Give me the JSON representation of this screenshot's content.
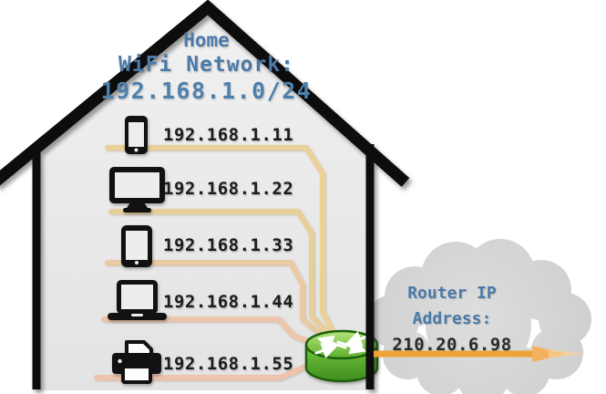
{
  "diagram": {
    "house_label": {
      "line1": "Home",
      "line2": "WiFi Network:",
      "line3": "192.168.1.0/24"
    },
    "devices": [
      {
        "type": "smartphone",
        "ip": "192.168.1.11"
      },
      {
        "type": "desktop-monitor",
        "ip": "192.168.1.22"
      },
      {
        "type": "tablet",
        "ip": "192.168.1.33"
      },
      {
        "type": "laptop",
        "ip": "192.168.1.44"
      },
      {
        "type": "printer",
        "ip": "192.168.1.55"
      }
    ],
    "router_label": {
      "line1": "Router IP",
      "line2": "Address:",
      "ip": "210.20.6.98"
    },
    "colors": {
      "network_text_blue": "#4b7aa7",
      "device_text_black": "#1b1b1b",
      "wifi_line_tan": "#e9d199",
      "wifi_line_salmon": "#edc4ab",
      "wan_arrow_orange": "#f0a138",
      "router_green": "#6abe3a",
      "cloud_gray": "#d6d6d6",
      "house_fill": "#ebebeb",
      "outline_black": "#0d0d0d"
    }
  }
}
